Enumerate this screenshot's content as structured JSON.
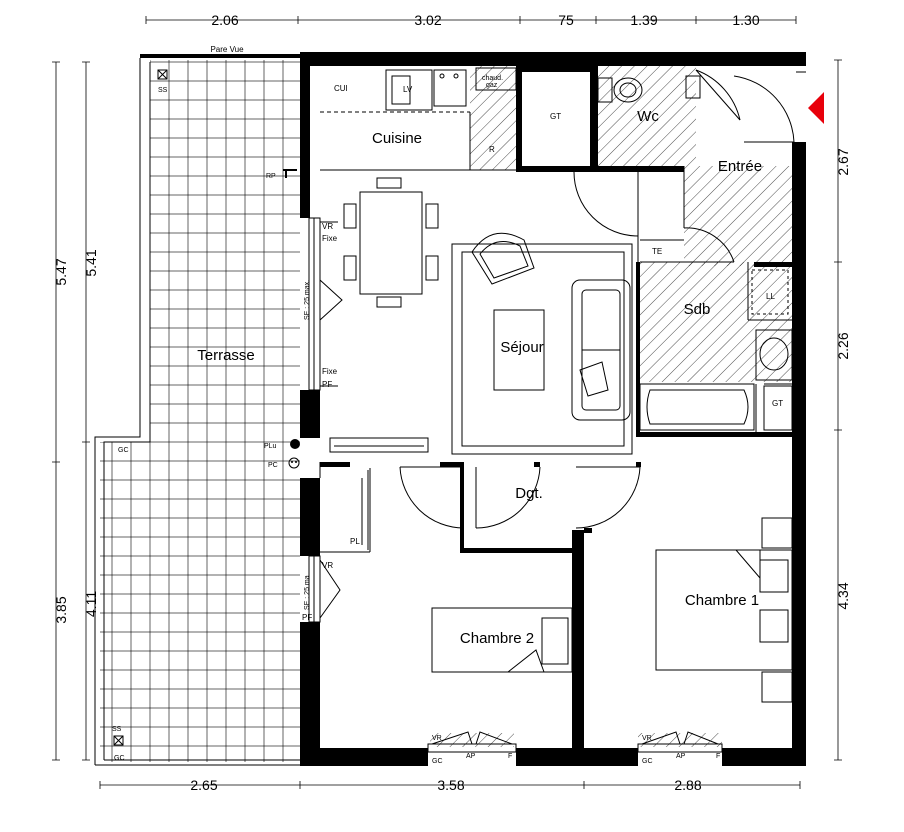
{
  "dimensions": {
    "top": [
      "2.06",
      "3.02",
      "75",
      "1.39",
      "1.30"
    ],
    "bottom": [
      "2.65",
      "3.58",
      "2.88"
    ],
    "left_outer": [
      "5.47",
      "3.85"
    ],
    "left_inner": [
      "5.41",
      "4.11"
    ],
    "right": [
      "2.67",
      "2.26",
      "4.34"
    ]
  },
  "rooms": {
    "cuisine": "Cuisine",
    "sejour": "Séjour",
    "terrasse": "Terrasse",
    "wc": "Wc",
    "entree": "Entrée",
    "sdb": "Sdb",
    "dgt": "Dgt.",
    "chambre1": "Chambre 1",
    "chambre2": "Chambre 2"
  },
  "labels": {
    "pare_vue": "Pare Vue",
    "ss_top": "SS",
    "ss_bottom": "SS",
    "rp": "RP",
    "gc_mid": "GC",
    "gc_bottom": "GC",
    "gc_bottom2": "GC",
    "gc_bottom3": "GC",
    "plu": "PLu",
    "pc": "PC",
    "cui": "CUI",
    "lv": "LV",
    "chaud1": "chaud.",
    "chaud2": "gaz",
    "r": "R",
    "gt_top": "GT",
    "gt_sdb": "GT",
    "te": "TE",
    "ll": "LL",
    "pl": "PL",
    "vr_fixe_1": "VR",
    "fixe_1": "Fixe",
    "fixe_2": "Fixe",
    "pf_1": "PF",
    "se_1": "SE : 25 max.",
    "vr_2": "VR",
    "pf_2": "PF",
    "se_2": "SE : 25 ma",
    "vr_b1": "VR",
    "ap_b1": "AP",
    "f_b1": "F",
    "vr_b2": "VR",
    "ap_b2": "AP",
    "f_b2": "F"
  },
  "colors": {
    "wall": "#000000",
    "line": "#000000",
    "arrow": "#e8000b"
  }
}
